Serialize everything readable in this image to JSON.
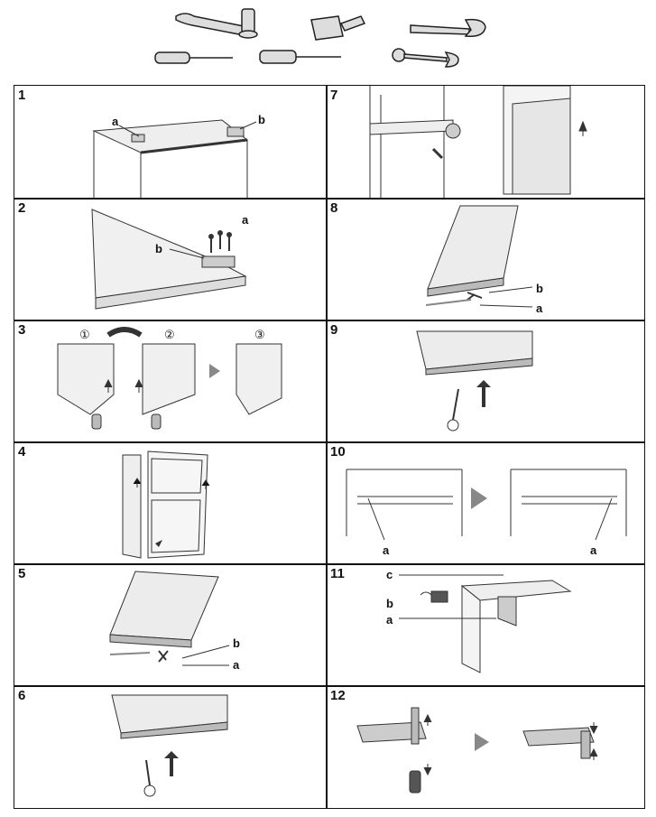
{
  "steps": [
    {
      "number": "1",
      "labels": {
        "a": "a",
        "b": "b"
      }
    },
    {
      "number": "2",
      "labels": {
        "a": "a",
        "b": "b"
      }
    },
    {
      "number": "3",
      "labels": {
        "c1": "①",
        "c2": "②",
        "c3": "③"
      }
    },
    {
      "number": "4"
    },
    {
      "number": "5",
      "labels": {
        "a": "a",
        "b": "b"
      }
    },
    {
      "number": "6"
    },
    {
      "number": "7"
    },
    {
      "number": "8",
      "labels": {
        "a": "a",
        "b": "b"
      }
    },
    {
      "number": "9"
    },
    {
      "number": "10",
      "labels": {
        "a1": "a",
        "a2": "a"
      }
    },
    {
      "number": "11",
      "labels": {
        "a": "a",
        "b": "b",
        "c": "c"
      }
    },
    {
      "number": "12"
    }
  ]
}
